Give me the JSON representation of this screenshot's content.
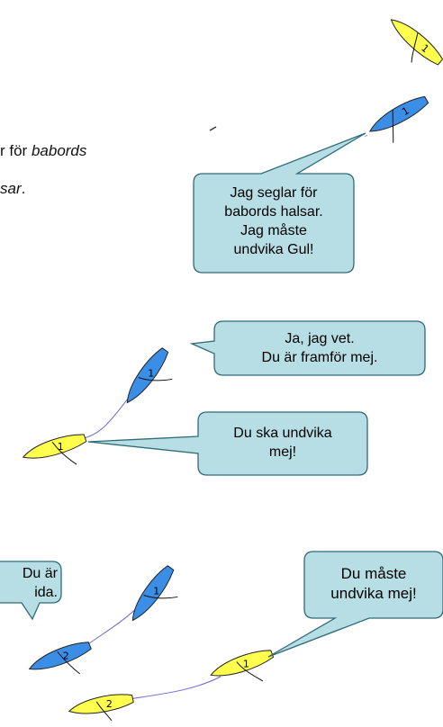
{
  "intro_fragment": {
    "line1_plain": "r för ",
    "line1_italic": "babords",
    "line2_italic": "sar",
    "line2_plain": "."
  },
  "bubbles": {
    "b1": {
      "lines": [
        "Jag seglar för",
        "babords halsar.",
        "Jag måste",
        "undvika Gul!"
      ]
    },
    "b2": {
      "lines": [
        "Ja, jag vet.",
        "Du är framför mej."
      ]
    },
    "b3": {
      "lines": [
        "Du ska undvika",
        "mej!"
      ]
    },
    "b4": {
      "lines": [
        "Du är",
        "ida."
      ]
    },
    "b5": {
      "lines": [
        "Du måste",
        "undvika mej!"
      ]
    }
  },
  "boats": {
    "yellow_top": {
      "number": "1",
      "color": "yellow"
    },
    "blue_top": {
      "number": "1",
      "color": "blue"
    },
    "blue_mid": {
      "number": "1",
      "color": "blue"
    },
    "yellow_mid": {
      "number": "1",
      "color": "yellow"
    },
    "blue_bot_1": {
      "number": "1",
      "color": "blue"
    },
    "blue_bot_2": {
      "number": "2",
      "color": "blue"
    },
    "yellow_bot_1": {
      "number": "1",
      "color": "yellow"
    },
    "yellow_bot_2": {
      "number": "2",
      "color": "yellow"
    }
  },
  "colors": {
    "yellow": "#ffff4d",
    "blue": "#3a8ee6",
    "bubble_fill": "#b7dde5",
    "bubble_stroke": "#2f6b78",
    "track": "#6a6ad8"
  }
}
